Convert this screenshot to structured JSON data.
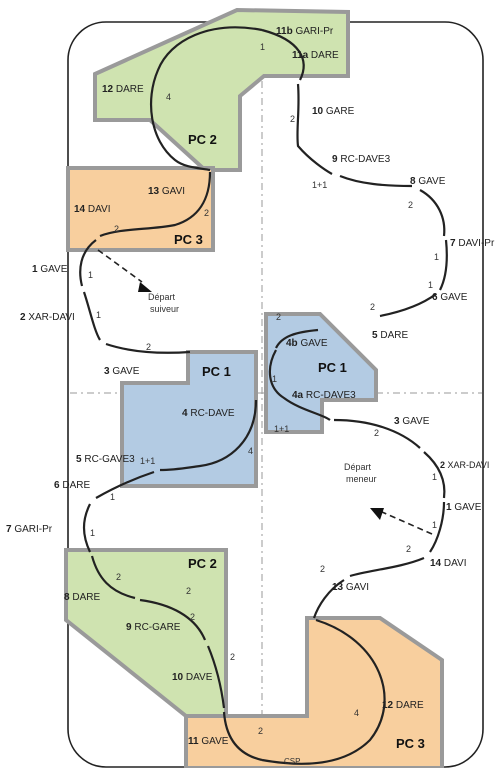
{
  "zones": {
    "pc2_top": "PC 2",
    "pc3_top": "PC 3",
    "pc1_left": "PC 1",
    "pc1_right": "PC 1",
    "pc2_bottom": "PC 2",
    "pc3_bottom": "PC 3"
  },
  "colors": {
    "green": "#cfe3b0",
    "orange": "#f8cf9e",
    "blue": "#b3cbe3",
    "border": "#9a9a9a",
    "track": "#222222"
  },
  "labels": {
    "l11b_num": "11b",
    "l11b_txt": "GARI-Pr",
    "l11a_num": "11a",
    "l11a_txt": "DARE",
    "l12t_num": "12",
    "l12t_txt": "DARE",
    "l10t_num": "10",
    "l10t_txt": "GARE",
    "l9t_num": "9",
    "l9t_txt": "RC-DAVE3",
    "l8t_num": "8",
    "l8t_txt": "GAVE",
    "l13t_num": "13",
    "l13t_txt": "GAVI",
    "l14t_num": "14",
    "l14t_txt": "DAVI",
    "l7t_num": "7",
    "l7t_txt": "DAVI-Pr",
    "l1t_num": "1",
    "l1t_txt": "GAVE",
    "l6t_num": "6",
    "l6t_txt": "GAVE",
    "l2t_num": "2",
    "l2t_txt": "XAR-DAVI",
    "l5t_num": "5",
    "l5t_txt": "DARE",
    "l3t_num": "3",
    "l3t_txt": "GAVE",
    "l4t_num": "4",
    "l4t_txt": "RC-DAVE",
    "l4b_num": "4b",
    "l4b_txt": "GAVE",
    "l4a_num": "4a",
    "l4a_txt": "RC-DAVE3",
    "l3b_num": "3",
    "l3b_txt": "GAVE",
    "l5b_num": "5",
    "l5b_txt": "RC-GAVE3",
    "l2b_num": "2",
    "l2b_txt": "XAR-DAVI",
    "l6b_num": "6",
    "l6b_txt": "DARE",
    "l1b_num": "1",
    "l1b_txt": "GAVE",
    "l7b_num": "7",
    "l7b_txt": "GARI-Pr",
    "l14b_num": "14",
    "l14b_txt": "DAVI",
    "l13b_num": "13",
    "l13b_txt": "GAVI",
    "l8b_num": "8",
    "l8b_txt": "DARE",
    "l9b_num": "9",
    "l9b_txt": "RC-GARE",
    "l10b_num": "10",
    "l10b_txt": "DAVE",
    "l12b_num": "12",
    "l12b_txt": "DARE",
    "l11b2_num": "11",
    "l11b2_txt": "GAVE"
  },
  "annotations": {
    "depart_suiveur_1": "Départ",
    "depart_suiveur_2": "suiveur",
    "depart_meneur_1": "Départ",
    "depart_meneur_2": "meneur",
    "csp": "CSP"
  },
  "counts": {
    "c1": "1",
    "c2": "2",
    "c4": "4",
    "c11": "1+1"
  }
}
